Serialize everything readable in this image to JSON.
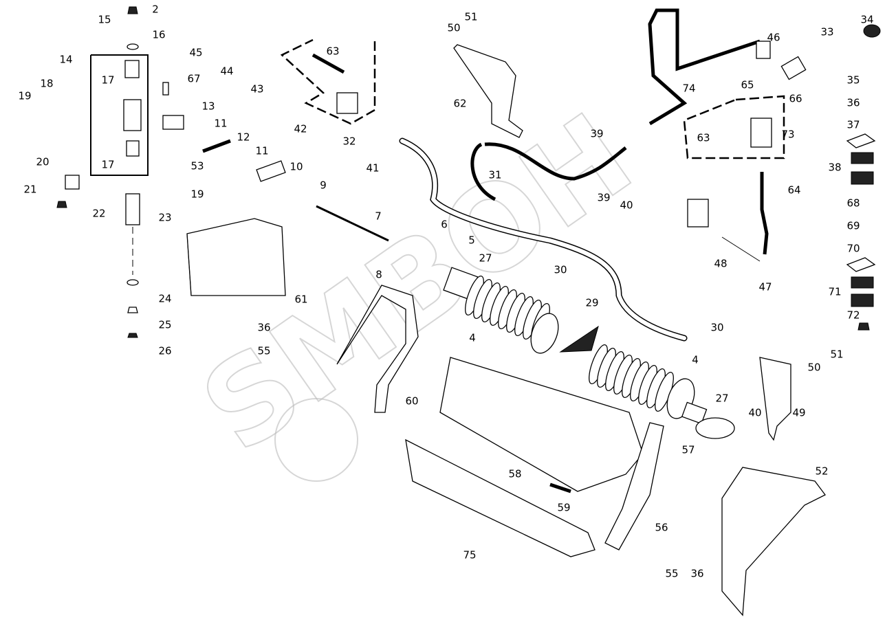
{
  "diagram": {
    "type": "exploded-parts-diagram",
    "callouts": [
      "2",
      "15",
      "16",
      "14",
      "17",
      "18",
      "19",
      "67",
      "13",
      "11",
      "12",
      "11",
      "53",
      "19",
      "17",
      "20",
      "21",
      "22",
      "23",
      "10",
      "9",
      "45",
      "44",
      "43",
      "63",
      "42",
      "32",
      "41",
      "51",
      "50",
      "62",
      "74",
      "46",
      "65",
      "66",
      "63",
      "73",
      "39",
      "31",
      "64",
      "39",
      "40",
      "7",
      "6",
      "5",
      "27",
      "30",
      "48",
      "47",
      "8",
      "61",
      "24",
      "25",
      "26",
      "36",
      "55",
      "29",
      "4",
      "30",
      "4",
      "27",
      "40",
      "49",
      "60",
      "57",
      "58",
      "59",
      "56",
      "52",
      "75",
      "55",
      "36",
      "34",
      "33",
      "35",
      "36",
      "37",
      "38",
      "68",
      "69",
      "70",
      "71",
      "72",
      "51",
      "50"
    ],
    "watermark": "SMBOH"
  }
}
